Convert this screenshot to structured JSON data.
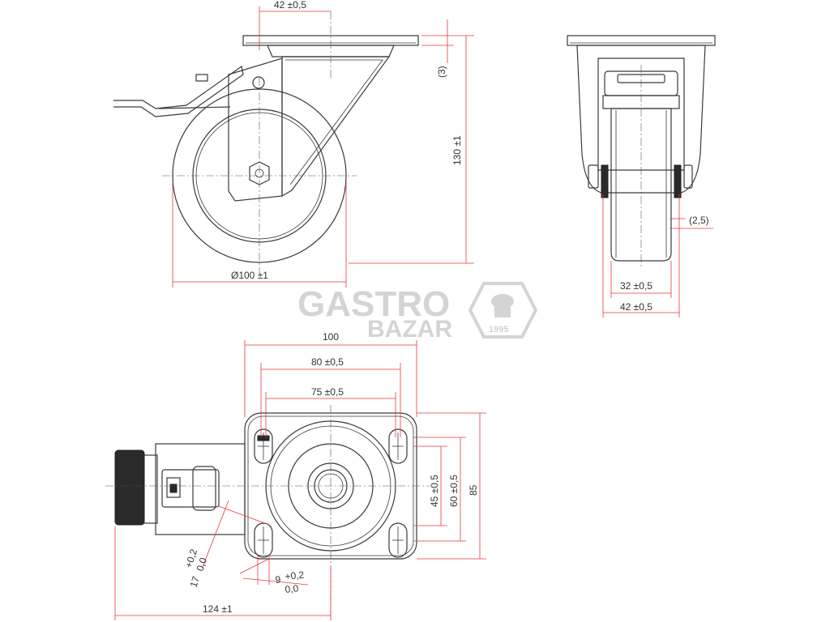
{
  "colors": {
    "line": "#3a3a3a",
    "dimension": "#e8383d",
    "text": "#333333",
    "watermark": "#d4d4d4"
  },
  "watermark": {
    "line1": "GASTRO",
    "line2": "BAZAR",
    "badge_year": "1995",
    "icon": "chef-hat-icon"
  },
  "side_view": {
    "offset": "42 ±0,5",
    "plate_thickness": "(3)",
    "height": "130 ±1",
    "wheel_diameter": "Ø100 ±1"
  },
  "front_view": {
    "gap": "(2,5)",
    "wheel_width": "32 ±0,5",
    "fork_width": "42 ±0,5"
  },
  "top_view": {
    "plate_width": "100",
    "hole_spacing_x_outer": "80 ±0,5",
    "hole_spacing_x_inner": "75 ±0,5",
    "hole_spacing_y_inner": "45 ±0,5",
    "hole_spacing_y_outer": "60 ±0,5",
    "plate_height": "85",
    "slot_length_upper": "+0,2",
    "slot_length_lower": "0,0",
    "slot_length_base": "17",
    "slot_width_base": "9",
    "slot_width_upper": "+0,2",
    "slot_width_lower": "0,0",
    "overall_length": "124 ±1"
  }
}
